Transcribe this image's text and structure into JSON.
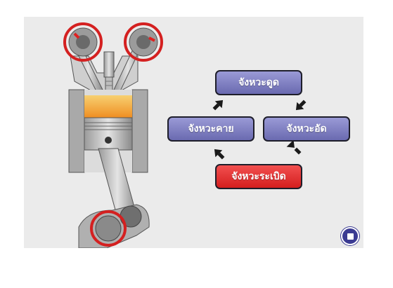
{
  "strokes": {
    "intake": "จังหวะดูด",
    "compression": "จังหวะอัด",
    "power": "จังหวะระเบิด",
    "exhaust": "จังหวะคาย"
  },
  "colors": {
    "stage_background": "#ebebeb",
    "stroke_box_purple": "#7b7bc0",
    "stroke_box_active": "#e02828",
    "highlight_ring": "#d42020",
    "combustion": "#f2a83a",
    "stop_button": "#3b3b92"
  },
  "icons": {
    "stop": "stop-icon",
    "cycle_arrow": "arrow-icon"
  }
}
